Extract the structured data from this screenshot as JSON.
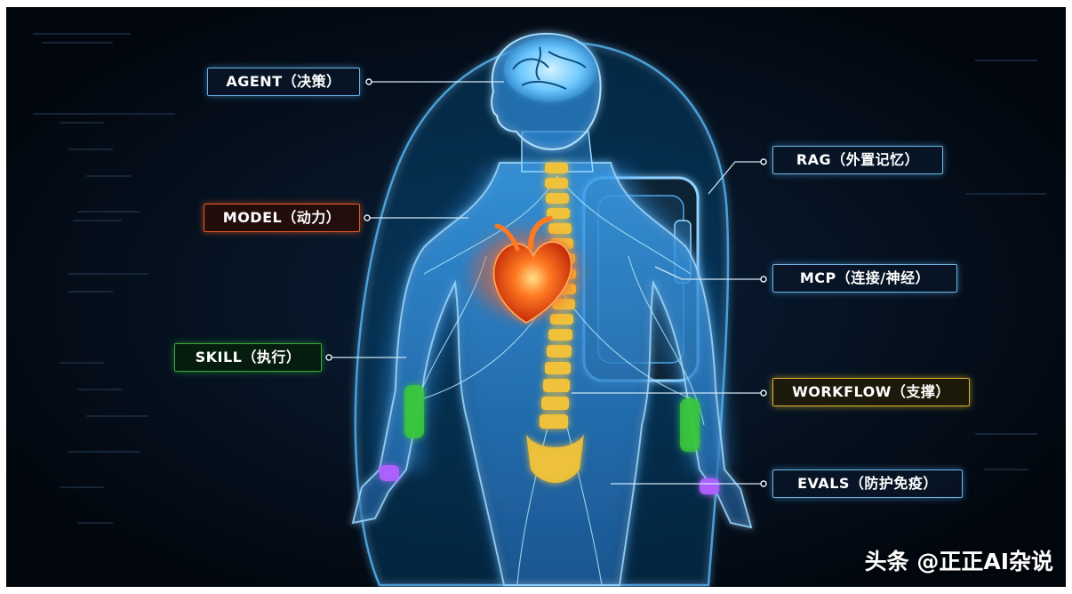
{
  "labels": {
    "agent": "AGENT（决策）",
    "model": "MODEL（动力）",
    "skill": "SKILL（执行）",
    "rag": "RAG（外置记忆）",
    "mcp": "MCP（连接/神经）",
    "workflow": "WORKFLOW（支撑）",
    "evals": "EVALS（防护免疫）"
  },
  "watermark": "头条 @正正AI杂说",
  "colors": {
    "background": "#02060d",
    "body_glow": "#4fb8ff",
    "heart": "#ff5a1e",
    "spine": "#f0c23a",
    "skill_green": "#39a83c",
    "evals_purple": "#b060ff"
  },
  "icons": [
    "brain-icon",
    "heart-icon",
    "spine-icon",
    "backpack-icon"
  ]
}
